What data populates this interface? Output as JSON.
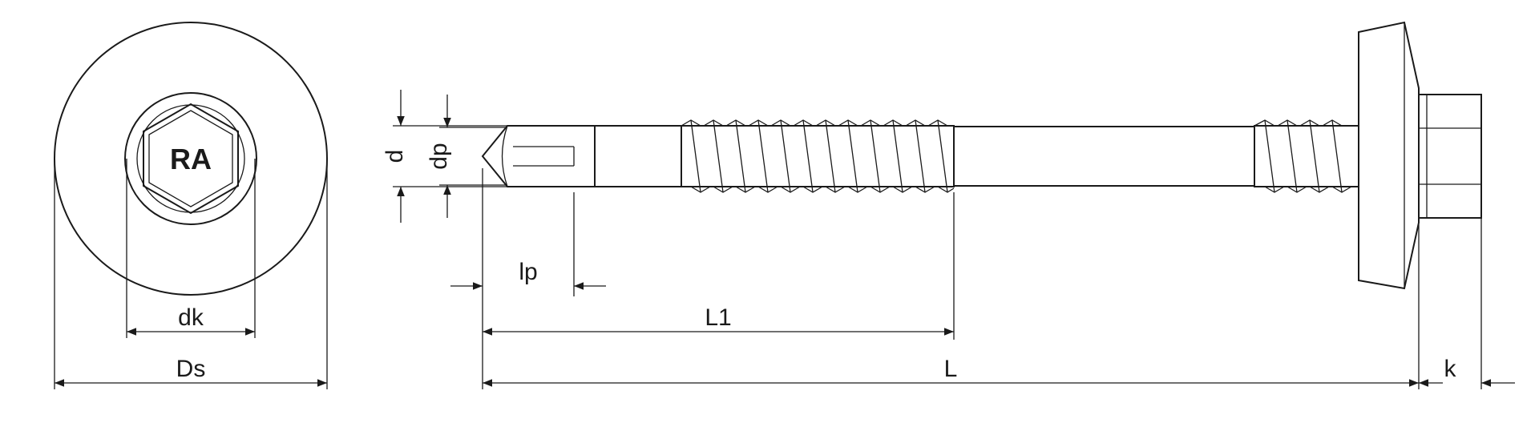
{
  "drawing": {
    "head_marking": "RA",
    "dimensions": {
      "d": "d",
      "dp": "dp",
      "lp": "lp",
      "dk": "dk",
      "Ds": "Ds",
      "L1": "L1",
      "L": "L",
      "k": "k"
    }
  }
}
